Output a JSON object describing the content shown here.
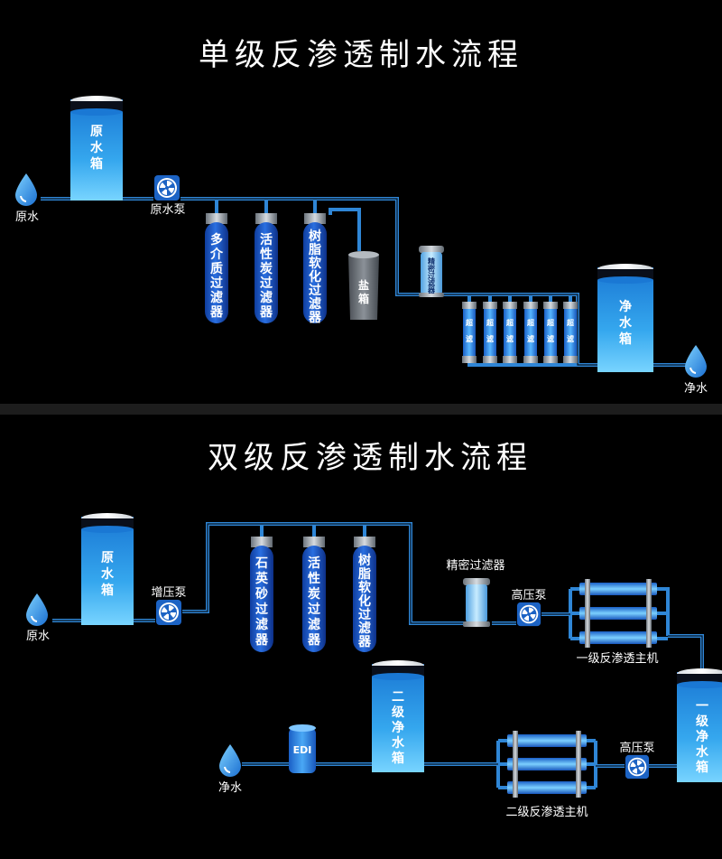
{
  "single": {
    "title": "单级反渗透制水流程",
    "raw_water": "原水",
    "raw_tank": [
      "原",
      "水",
      "箱"
    ],
    "pump": "原水泵",
    "filters": [
      {
        "chars": [
          "多",
          "介",
          "质",
          "过",
          "滤",
          "器"
        ]
      },
      {
        "chars": [
          "活",
          "性",
          "炭",
          "过",
          "滤",
          "器"
        ]
      },
      {
        "chars": [
          "树",
          "脂",
          "软",
          "化",
          "过",
          "滤",
          "器"
        ]
      }
    ],
    "salt_tank": [
      "盐",
      "箱"
    ],
    "precision_filter": [
      "精",
      "密",
      "过",
      "滤",
      "器"
    ],
    "uf_modules": [
      {
        "chars": [
          "超",
          "滤"
        ]
      },
      {
        "chars": [
          "超",
          "滤"
        ]
      },
      {
        "chars": [
          "超",
          "滤"
        ]
      },
      {
        "chars": [
          "超",
          "滤"
        ]
      },
      {
        "chars": [
          "超",
          "滤"
        ]
      },
      {
        "chars": [
          "超",
          "滤"
        ]
      }
    ],
    "pure_tank": [
      "净",
      "水",
      "箱"
    ],
    "pure_water": "净水"
  },
  "double": {
    "title": "双级反渗透制水流程",
    "raw_water": "原水",
    "raw_tank": [
      "原",
      "水",
      "箱"
    ],
    "booster_pump": "增压泵",
    "filters": [
      {
        "chars": [
          "石",
          "英",
          "砂",
          "过",
          "滤",
          "器"
        ]
      },
      {
        "chars": [
          "活",
          "性",
          "炭",
          "过",
          "滤",
          "器"
        ]
      },
      {
        "chars": [
          "树",
          "脂",
          "软",
          "化",
          "过",
          "滤",
          "器"
        ]
      }
    ],
    "precision_filter": "精密过滤器",
    "hp_pump_1": "高压泵",
    "ro1_label": "一级反渗透主机",
    "tank1": [
      "一",
      "级",
      "净",
      "水",
      "箱"
    ],
    "hp_pump_2": "高压泵",
    "ro2_label": "二级反渗透主机",
    "tank2": [
      "二",
      "级",
      "净",
      "水",
      "箱"
    ],
    "edi": "EDI",
    "pure_water": "净水"
  },
  "colors": {
    "background": "#000000",
    "pipe": "#2f86d6",
    "vessel": "#1f6bd0",
    "tank": "#33a0ea",
    "cap": "#9aa3ab"
  }
}
